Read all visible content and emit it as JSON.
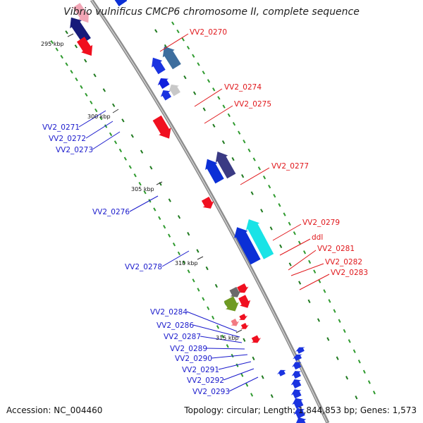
{
  "title": "Vibrio vulnificus CMCP6 chromosome II, complete sequence",
  "footer": {
    "accession": "Accession: NC_004460",
    "topology": "Topology: circular; Length: 1,844,853 bp; Genes: 1,573"
  },
  "colors": {
    "backbone": "#8c8c8c",
    "forward_label": "#e0161a",
    "reverse_label": "#1a1acc",
    "dots": "#2e9a2e"
  },
  "ticks": [
    "295 kbp",
    "300 kbp",
    "305 kbp",
    "310 kbp",
    "315 kbp"
  ],
  "labels_forward": [
    "VV2_0270",
    "VV2_0274",
    "VV2_0275",
    "VV2_0277",
    "VV2_0279",
    "ddl",
    "VV2_0281",
    "VV2_0282",
    "VV2_0283"
  ],
  "labels_reverse": [
    "VV2_0271",
    "VV2_0272",
    "VV2_0273",
    "VV2_0276",
    "VV2_0278",
    "VV2_0284",
    "VV2_0286",
    "VV2_0287",
    "VV2_0289",
    "VV2_0290",
    "VV2_0291",
    "VV2_0292",
    "VV2_0293"
  ]
}
